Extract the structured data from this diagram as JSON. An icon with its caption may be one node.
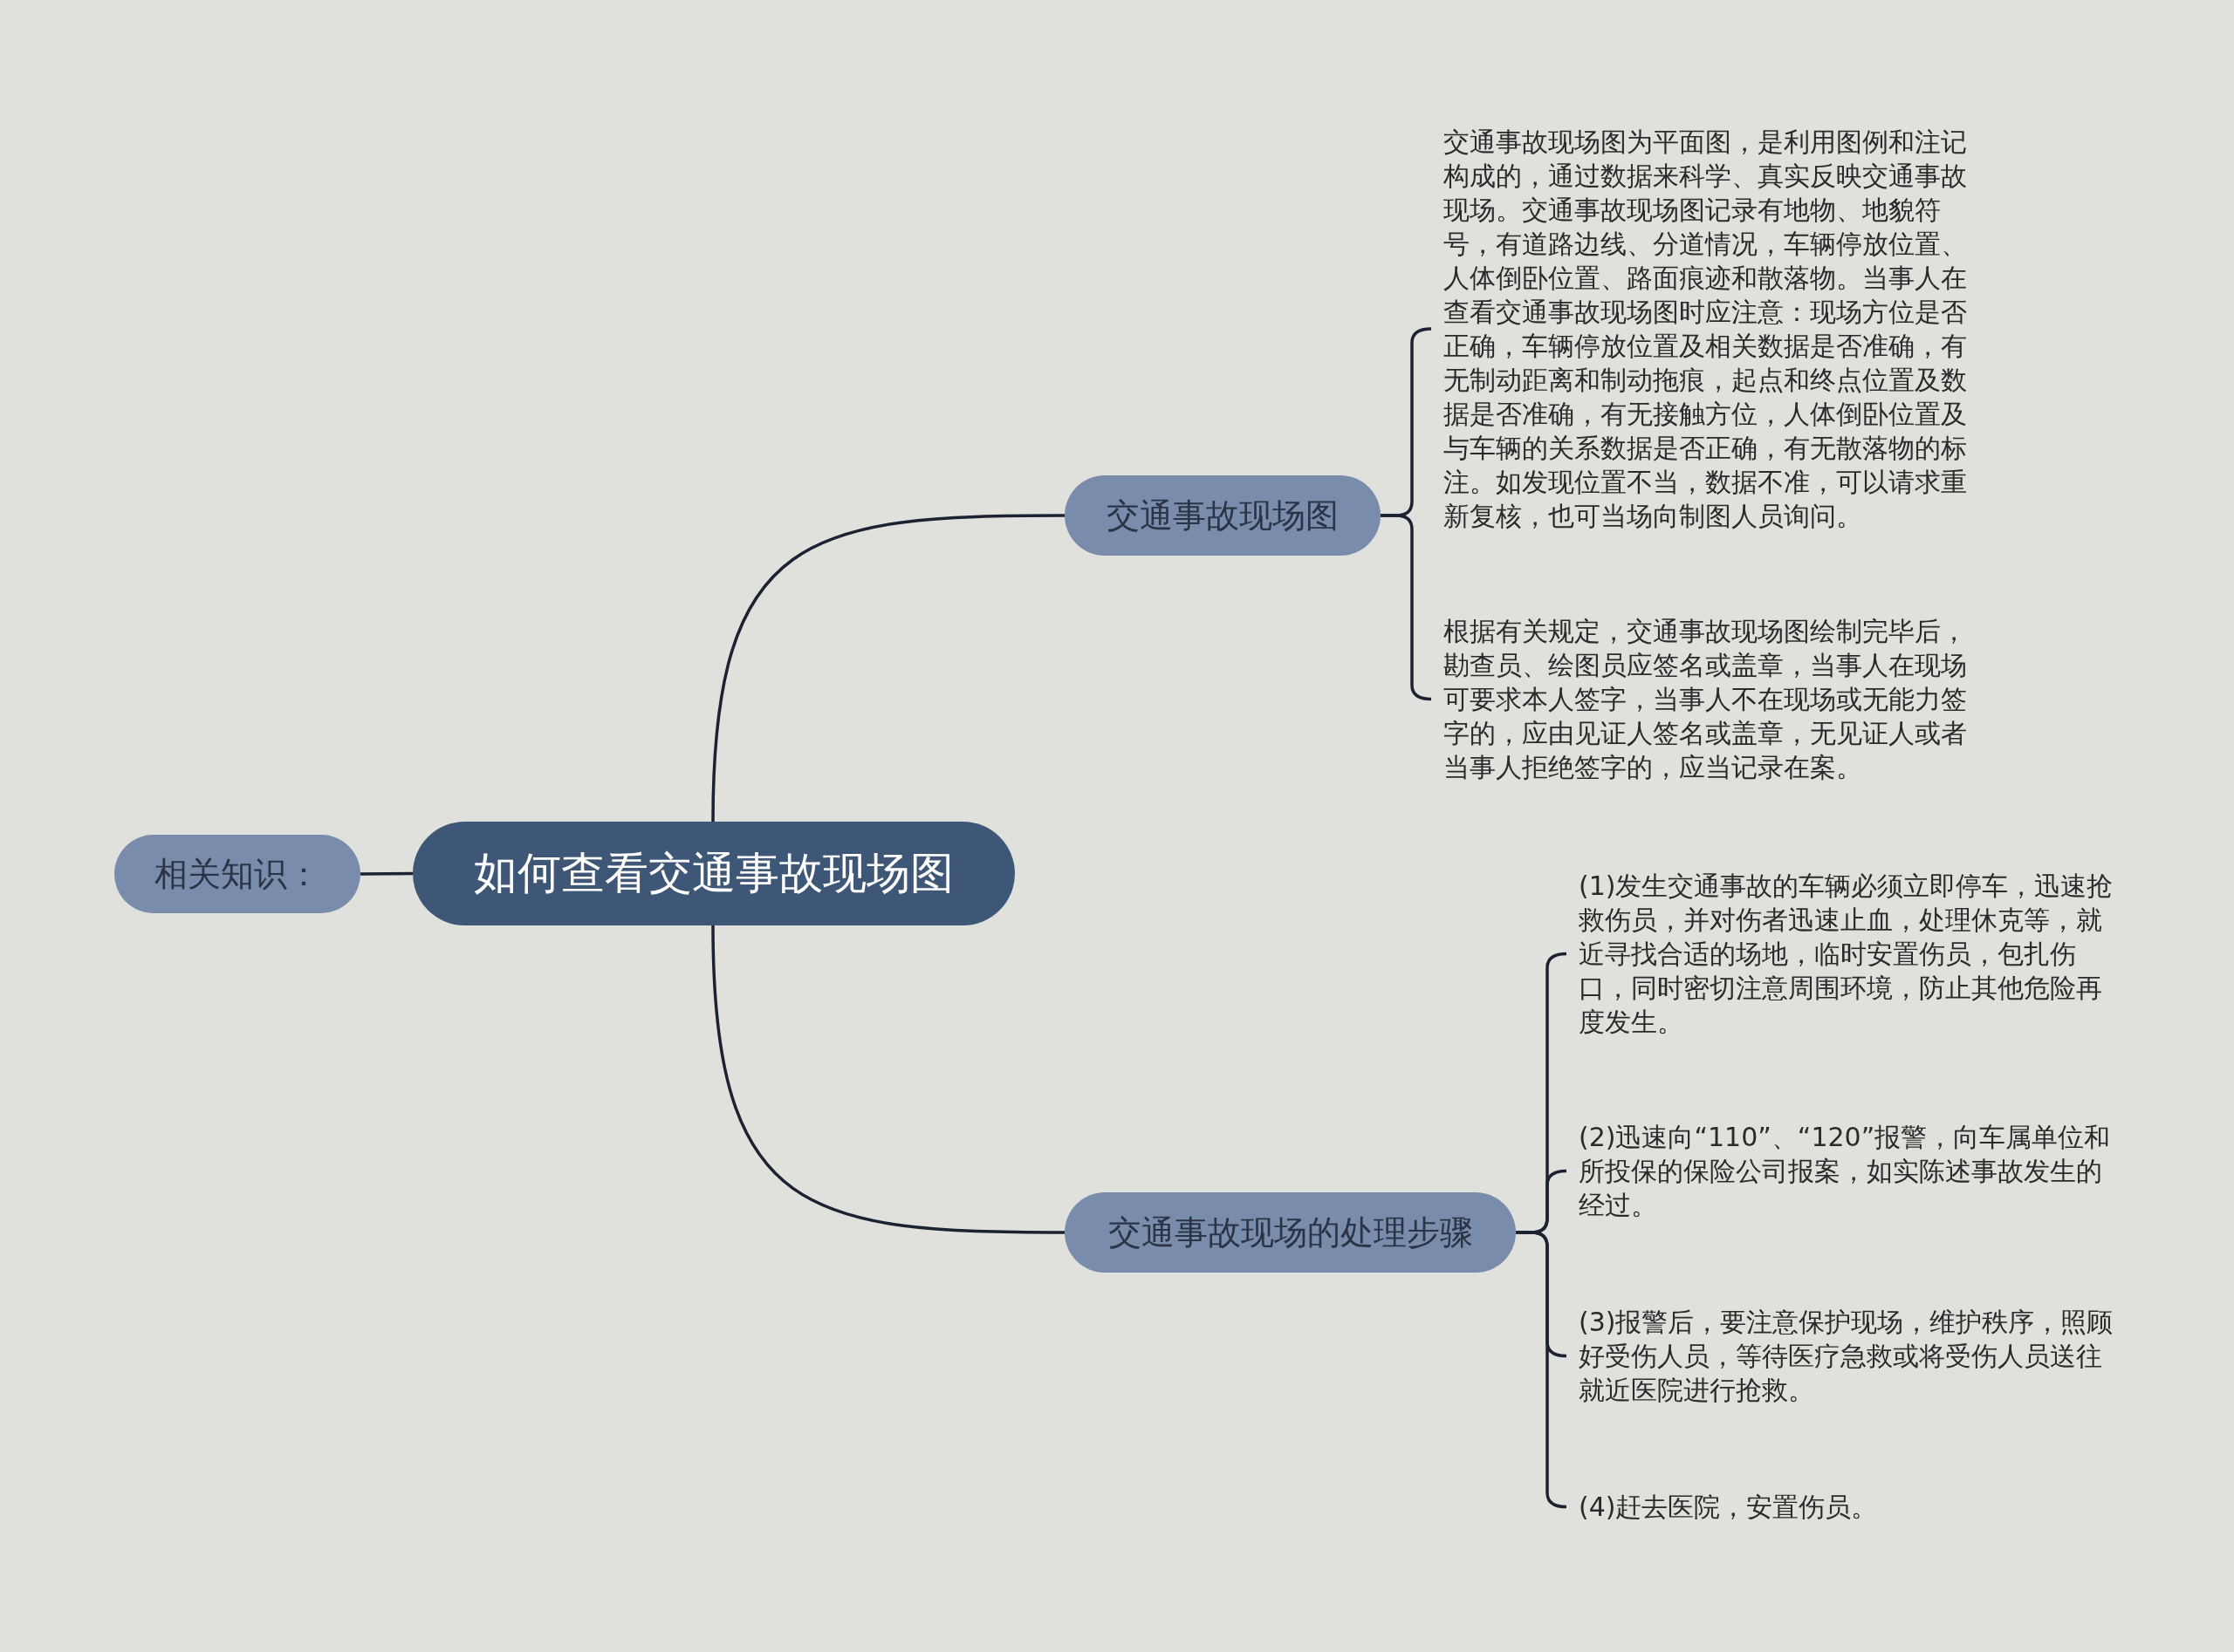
{
  "diagram": {
    "nodes": [
      {
        "text": [
          "如何查看交通事故现场图"
        ]
      },
      {
        "text": [
          "相关知识："
        ]
      },
      {
        "text": [
          "交通事故现场图"
        ]
      },
      {
        "text": [
          "交通事故现场图为平面图，是利用图例和注记构成的，通过数据来科学、真实反映交通事故现场。交通事故现场图记录有地物、地貌符号，有道路边线、分道情况，车辆停放位置、人体倒卧位置、路面痕迹和散落物。当事人在查看交通事故现场图时应注意：现场方位是否正确，车辆停放位置及相关数据是否准确，有无制动距离和制动拖痕，起点和终点位置及数据是否准确，有无接触方位，人体倒卧位置及与车辆的关系数据是否正确，有无散落物的标注。如发现位置不当，数据不准，可以请求重新复核，也可当场向制图人员询问。"
        ]
      },
      {
        "text": [
          "根据有关规定，交通事故现场图绘制完毕后，勘查员、绘图员应签名或盖章，当事人在现场可要求本人签字，当事人不在现场或无能力签字的，应由见证人签名或盖章，无见证人或者当事人拒绝签字的，应当记录在案。"
        ]
      },
      {
        "text": [
          "交通事故现场的处理步骤"
        ]
      },
      {
        "text": [
          "(1)发生交通事故的车辆必须立即停车，迅速抢救伤员，并对伤者迅速止血，处理休克等，就近寻找合适的场地，临时安置伤员，包扎伤口，同时密切注意周围环境，防止其他危险再度发生。"
        ]
      },
      {
        "text": [
          "(2)迅速向“110”、“120”报警，向车属单位和所投保的保险公司报案，如实陈述事故发生的经过。"
        ]
      },
      {
        "text": [
          "(3)报警后，要注意保护现场，维护秩序，照顾好受伤人员，等待医疗急救或将受伤人员送往就近医院进行抢救。"
        ]
      },
      {
        "text": [
          "(4)赶去医院，安置伤员。"
        ]
      }
    ],
    "edges": [
      {
        "from": 0,
        "to": 1,
        "arrow": "none"
      },
      {
        "from": 0,
        "to": 2,
        "arrow": "none"
      },
      {
        "from": 2,
        "to": 3,
        "arrow": "none"
      },
      {
        "from": 2,
        "to": 4,
        "arrow": "none"
      },
      {
        "from": 0,
        "to": 5,
        "arrow": "none"
      },
      {
        "from": 5,
        "to": 6,
        "arrow": "none"
      },
      {
        "from": 5,
        "to": 7,
        "arrow": "none"
      },
      {
        "from": 5,
        "to": 8,
        "arrow": "none"
      },
      {
        "from": 5,
        "to": 9,
        "arrow": "none"
      }
    ]
  }
}
